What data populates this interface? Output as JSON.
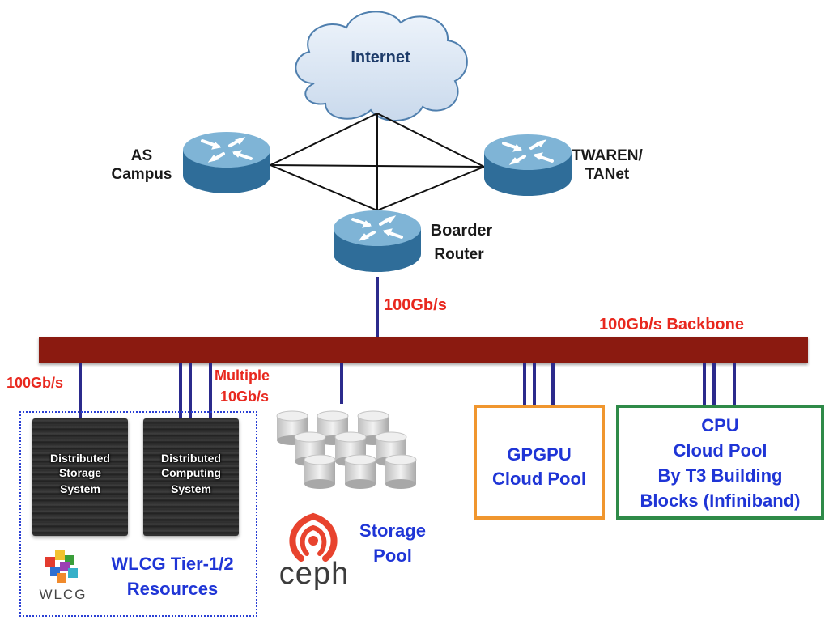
{
  "internet": {
    "label": "Internet"
  },
  "routers": {
    "left": "AS\nCampus",
    "right": "TWAREN/\nTANet",
    "border_line1": "Boarder",
    "border_line2": "Router"
  },
  "links": {
    "uplink_speed": "100Gb/s",
    "backbone_label": "100Gb/s Backbone",
    "storage_speed": "100Gb/s",
    "multiple_line1": "Multiple",
    "multiple_line2": "10Gb/s"
  },
  "wlcg": {
    "storage_line1": "Distributed",
    "storage_line2": "Storage",
    "storage_line3": "System",
    "compute_line1": "Distributed",
    "compute_line2": "Computing",
    "compute_line3": "System",
    "logo_text": "WLCG",
    "title_line1": "WLCG Tier-1/2",
    "title_line2": "Resources"
  },
  "ceph": {
    "logo_text": "ceph",
    "title_line1": "Storage",
    "title_line2": "Pool"
  },
  "gpgpu": {
    "line1": "GPGPU",
    "line2": "Cloud Pool"
  },
  "cpu": {
    "line1": "CPU",
    "line2": "Cloud Pool",
    "line3": "By T3 Building",
    "line4": "Blocks (Infiniband)"
  },
  "colors": {
    "backbone": "#8b1a10",
    "link": "#2b2a8c",
    "red_text": "#e8281e",
    "blue_text": "#1f35d6",
    "gpgpu_border": "#f0962e",
    "cpu_border": "#2e8a48"
  }
}
